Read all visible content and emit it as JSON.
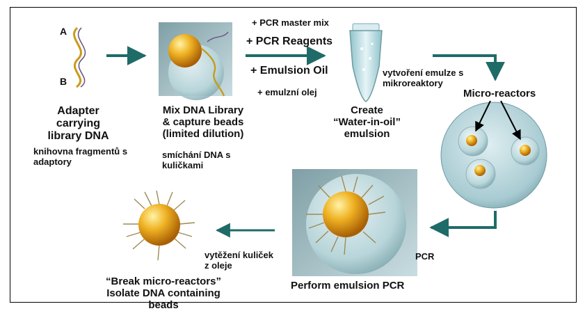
{
  "labels": {
    "strand_a": "A",
    "strand_b": "B",
    "step1": "Adapter carrying\nlibrary DNA",
    "step1_cz": "knihovna fragmentů s\nadaptory",
    "step2": "Mix DNA Library\n& capture beads\n(limited dilution)",
    "step2_cz": "smíchání DNA s\nkuličkami",
    "pcr_master_mix": "+ PCR master mix",
    "pcr_reagents": "+ PCR Reagents",
    "emulsion_oil": "+  Emulsion Oil",
    "emulsion_oil_cz": "+ emulzní olej",
    "step3": "Create\n“Water-in-oil”\nemulsion",
    "step3_cz": "vytvoření emulze s\nmikroreaktory",
    "micro_reactors": "Micro-reactors",
    "pcr_cz": "PCR",
    "step4": "Perform emulsion PCR",
    "step5_cz": "vytěžení kuliček\nz oleje",
    "step5": "“Break micro-reactors”\nIsolate DNA containing beads"
  },
  "colors": {
    "arrow": "#1f6b68",
    "bead": "#e0a21a",
    "droplet": "#b9d7dc"
  }
}
